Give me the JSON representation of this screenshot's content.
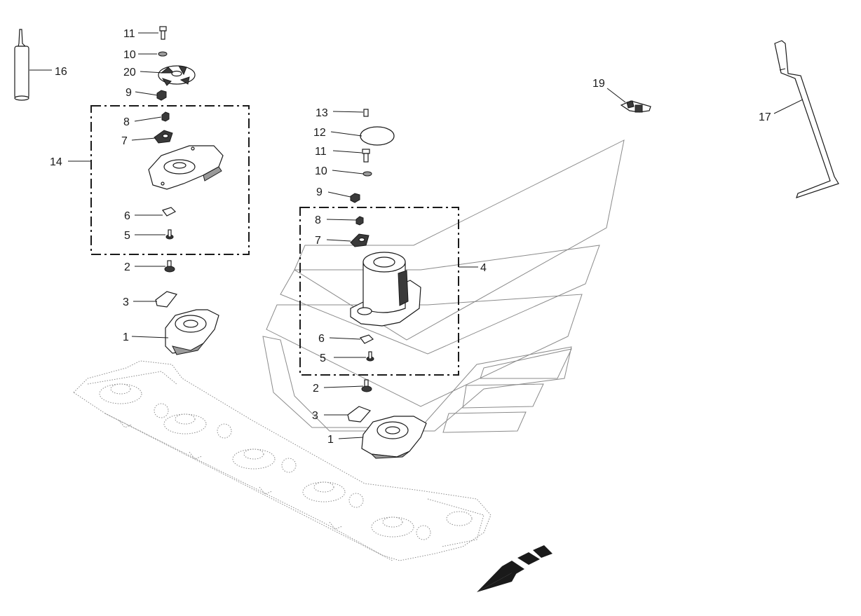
{
  "callouts": [
    {
      "id": "c-left-11",
      "text": "11"
    },
    {
      "id": "c-left-10",
      "text": "10"
    },
    {
      "id": "c-left-20",
      "text": "20"
    },
    {
      "id": "c-left-9",
      "text": "9"
    },
    {
      "id": "c-left-8",
      "text": "8"
    },
    {
      "id": "c-left-7",
      "text": "7"
    },
    {
      "id": "c-left-14",
      "text": "14"
    },
    {
      "id": "c-left-6",
      "text": "6"
    },
    {
      "id": "c-left-5",
      "text": "5"
    },
    {
      "id": "c-left-2",
      "text": "2"
    },
    {
      "id": "c-left-3",
      "text": "3"
    },
    {
      "id": "c-left-1",
      "text": "1"
    },
    {
      "id": "c-16",
      "text": "16"
    },
    {
      "id": "c-mid-13",
      "text": "13"
    },
    {
      "id": "c-mid-12",
      "text": "12"
    },
    {
      "id": "c-mid-11",
      "text": "11"
    },
    {
      "id": "c-mid-10",
      "text": "10"
    },
    {
      "id": "c-mid-9",
      "text": "9"
    },
    {
      "id": "c-mid-8",
      "text": "8"
    },
    {
      "id": "c-mid-7",
      "text": "7"
    },
    {
      "id": "c-mid-4",
      "text": "4"
    },
    {
      "id": "c-mid-6",
      "text": "6"
    },
    {
      "id": "c-mid-5",
      "text": "5"
    },
    {
      "id": "c-mid-2",
      "text": "2"
    },
    {
      "id": "c-mid-3",
      "text": "3"
    },
    {
      "id": "c-mid-1",
      "text": "1"
    },
    {
      "id": "c-19",
      "text": "19"
    },
    {
      "id": "c-17",
      "text": "17"
    }
  ],
  "colors": {
    "line": "#1a1a1a",
    "ghost": "#8a8a8a",
    "arrow": "#1a1a1a"
  },
  "icons": {
    "direction": "travel-direction-arrow-icon"
  }
}
